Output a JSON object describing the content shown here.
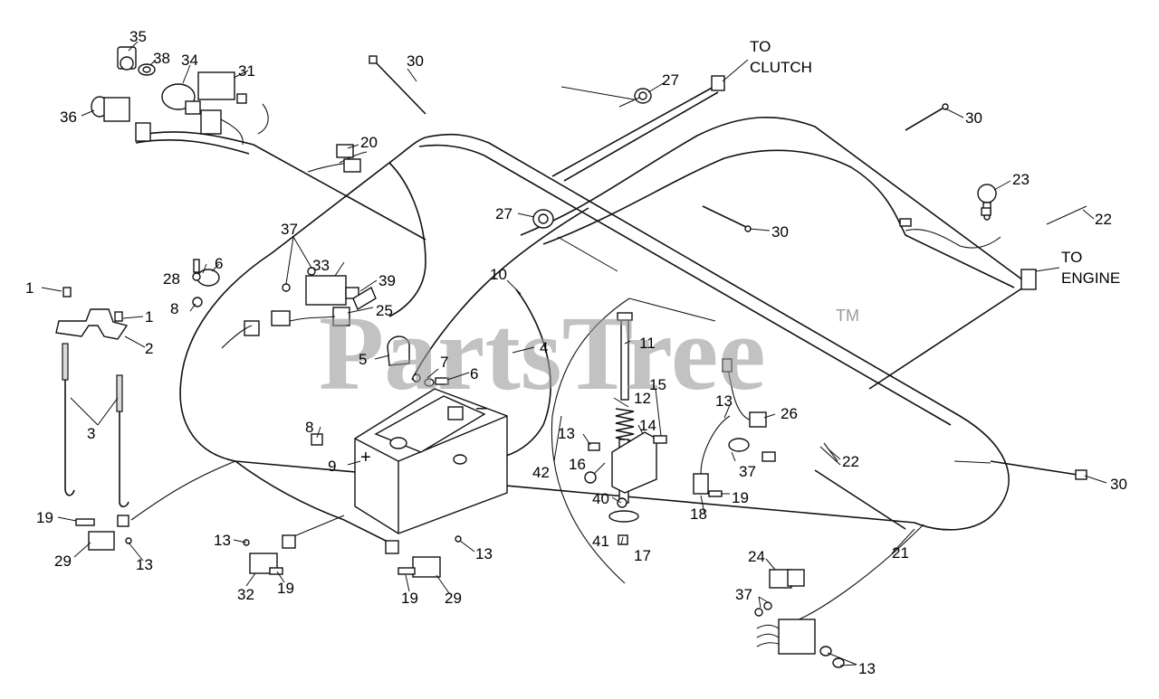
{
  "destinations": {
    "clutch": [
      "TO",
      "CLUTCH"
    ],
    "engine": [
      "TO",
      "ENGINE"
    ]
  },
  "battery_polarity": {
    "positive": "+",
    "negative": "–"
  },
  "watermark": {
    "text": "PartsTree",
    "trademark": "TM"
  },
  "callouts": {
    "c1": "1",
    "c2": "2",
    "c3": "3",
    "c4": "4",
    "c5": "5",
    "c6": "6",
    "c7": "7",
    "c8": "8",
    "c9": "9",
    "c10": "10",
    "c11": "11",
    "c12": "12",
    "c13": "13",
    "c14": "14",
    "c15": "15",
    "c16": "16",
    "c17": "17",
    "c18": "18",
    "c19": "19",
    "c20": "20",
    "c21": "21",
    "c22": "22",
    "c23": "23",
    "c24": "24",
    "c25": "25",
    "c26": "26",
    "c27": "27",
    "c28": "28",
    "c29": "29",
    "c30": "30",
    "c31": "31",
    "c32": "32",
    "c33": "33",
    "c34": "34",
    "c35": "35",
    "c36": "36",
    "c37": "37",
    "c38": "38",
    "c39": "39",
    "c40": "40",
    "c41": "41",
    "c42": "42"
  }
}
